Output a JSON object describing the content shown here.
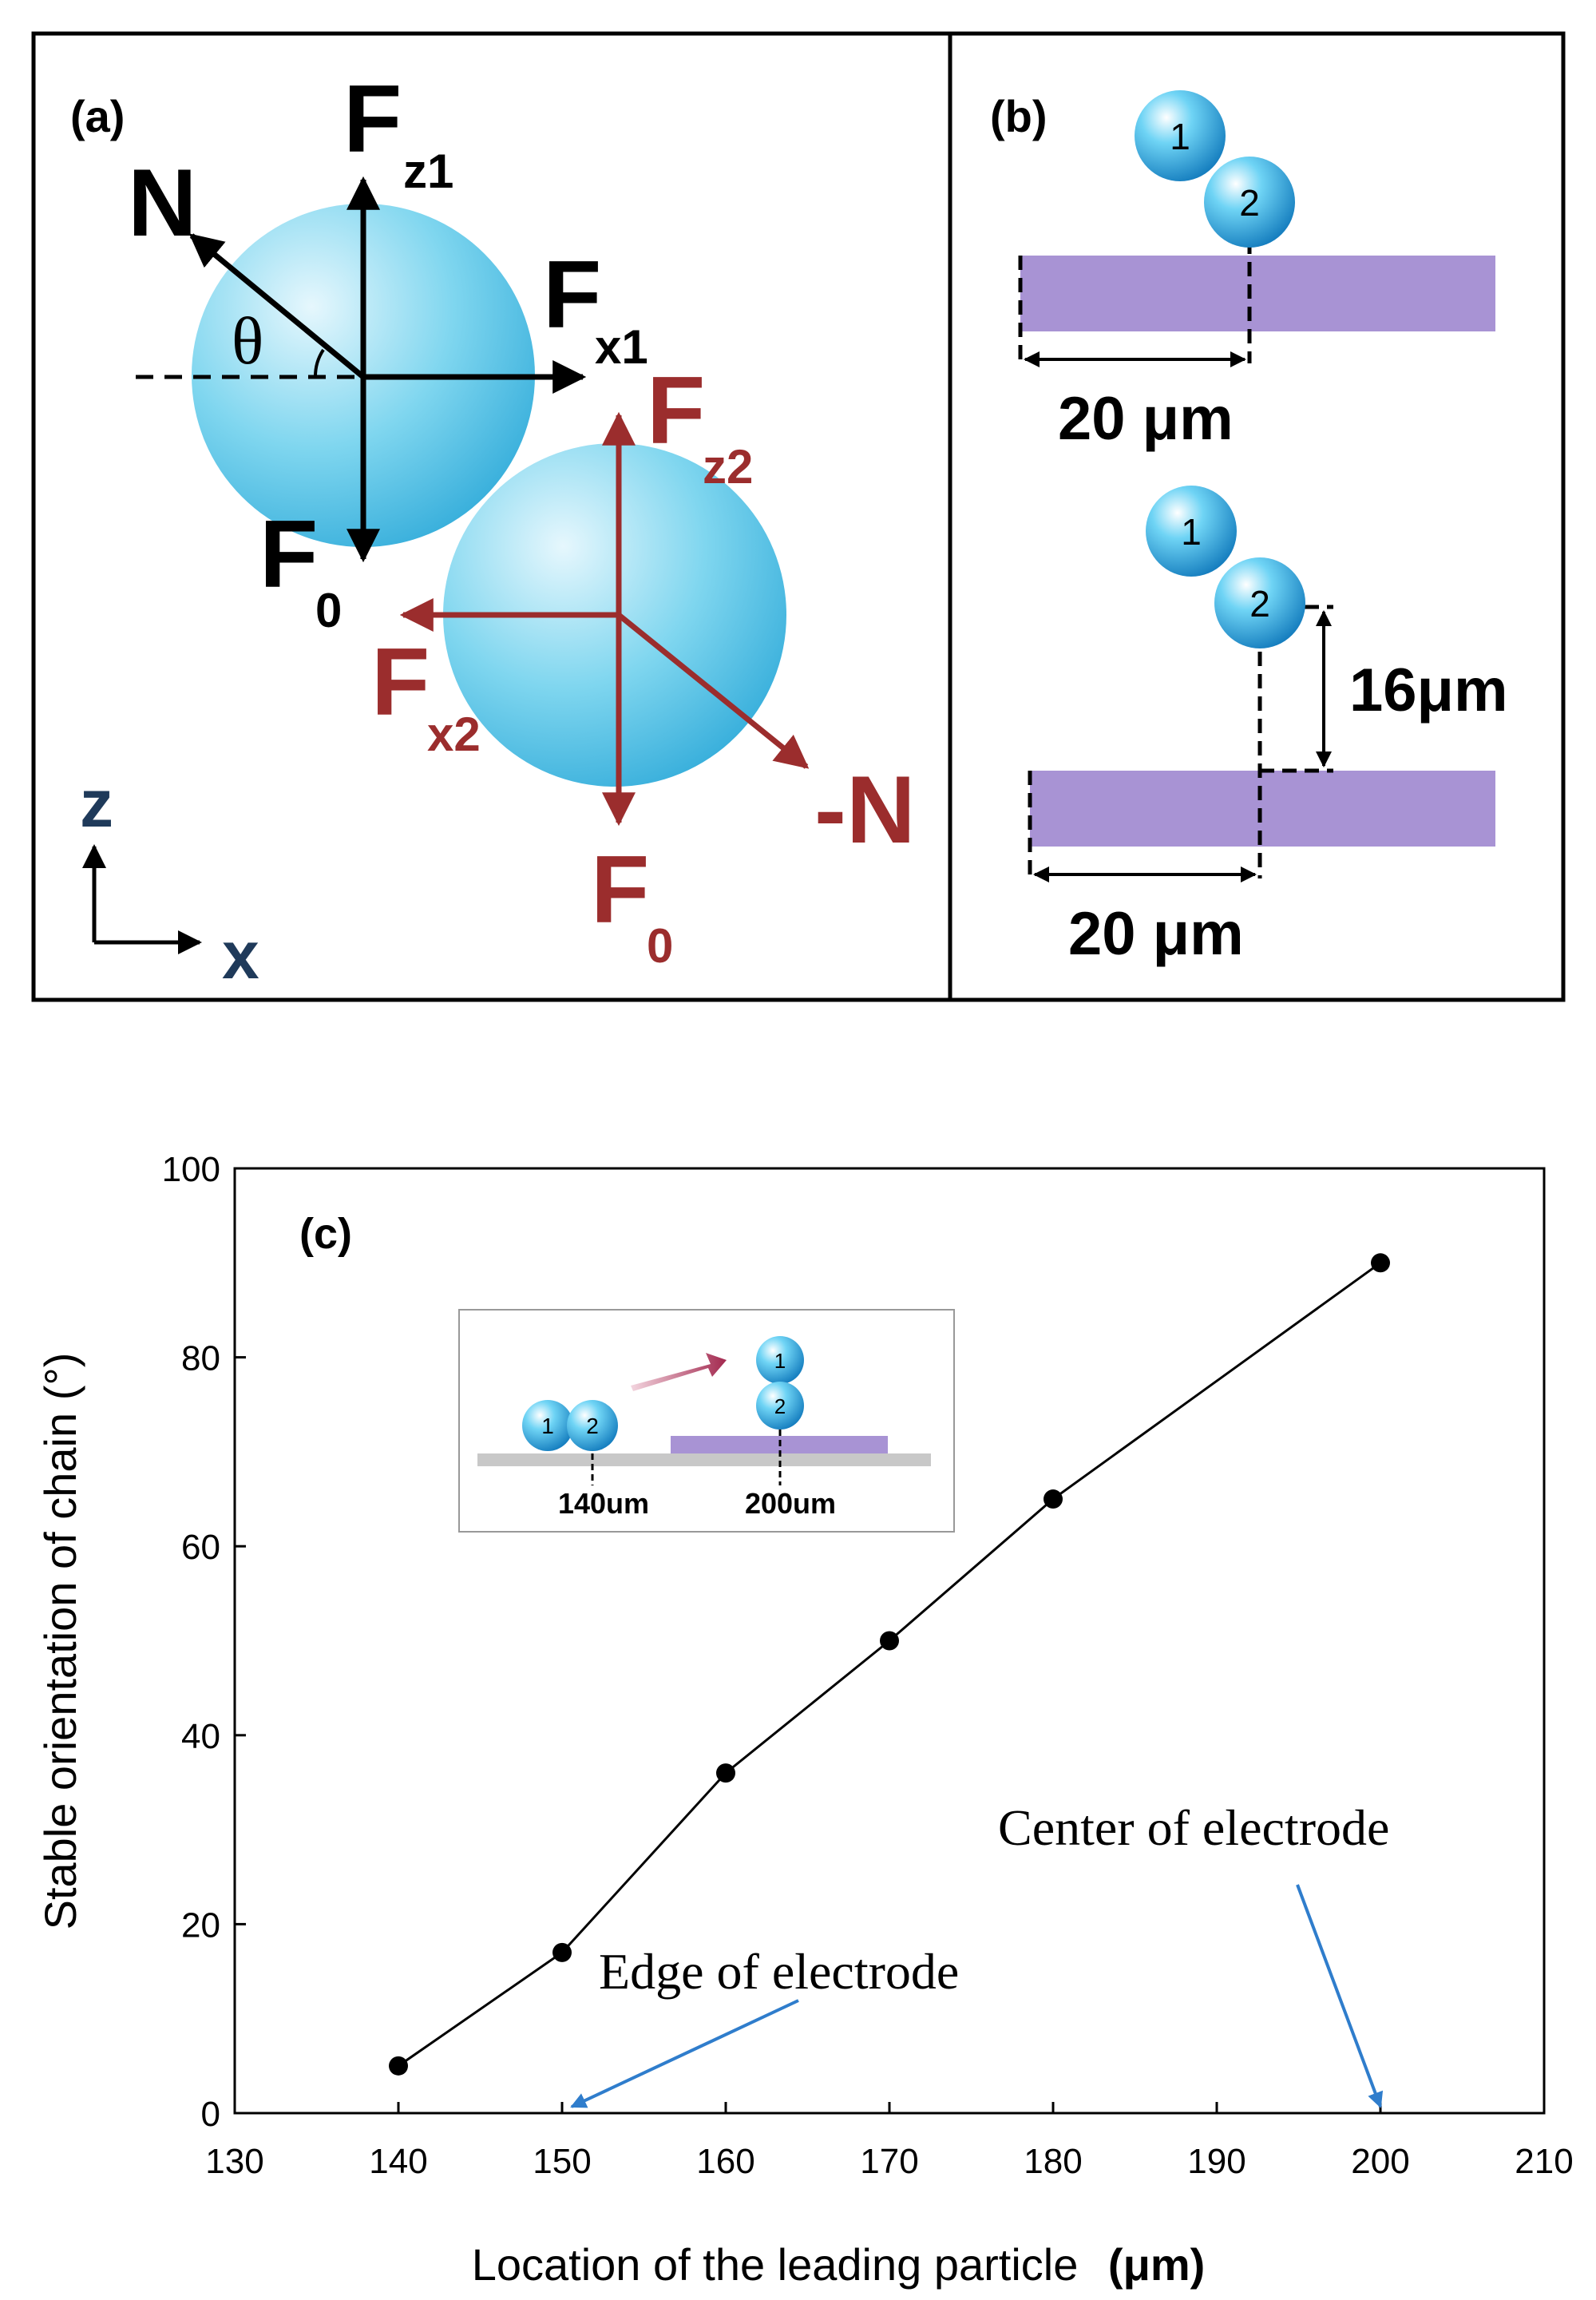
{
  "panel_a": {
    "label": "(a)",
    "forces": {
      "N": "N",
      "theta": "θ",
      "F": "F",
      "z1": "z1",
      "x1": "x1",
      "zero": "0",
      "z2": "z2",
      "x2": "x2",
      "minus_N": "-N"
    },
    "axes": {
      "z": "z",
      "x": "x"
    },
    "colors": {
      "black_force": "#000000",
      "red_force": "#9b2d2d",
      "sphere": "#5fc9e8",
      "axis_label": "#1f3a5a"
    }
  },
  "panel_b": {
    "label": "(b)",
    "particle_1": "1",
    "particle_2": "2",
    "dim_20_top": "20 μm",
    "dim_20_bottom": "20 μm",
    "dim_16": "16μm",
    "colors": {
      "electrode": "#a893d4"
    }
  },
  "chart_data": {
    "type": "line",
    "panel_label": "(c)",
    "title": "",
    "xlabel": "Location of the leading particle",
    "xlabel_unit": "(μm)",
    "ylabel": "Stable orientation of chain (°)",
    "xlim": [
      130,
      210
    ],
    "ylim": [
      0,
      100
    ],
    "xticks": [
      130,
      140,
      150,
      160,
      170,
      180,
      190,
      200,
      210
    ],
    "yticks": [
      0,
      20,
      40,
      60,
      80,
      100
    ],
    "grid": false,
    "series": [
      {
        "x": [
          140,
          150,
          160,
          170,
          180,
          200
        ],
        "y": [
          5,
          17,
          36,
          50,
          65,
          90
        ]
      }
    ],
    "annotations": [
      {
        "text": "Edge of electrode",
        "points_to": [
          150,
          0
        ]
      },
      {
        "text": "Center of electrode",
        "points_to": [
          200,
          0
        ]
      }
    ],
    "inset": {
      "particle_1": "1",
      "particle_2": "2",
      "label_140": "140um",
      "label_200": "200um"
    },
    "colors": {
      "line": "#000000",
      "arrow": "#2f7dcc"
    }
  }
}
